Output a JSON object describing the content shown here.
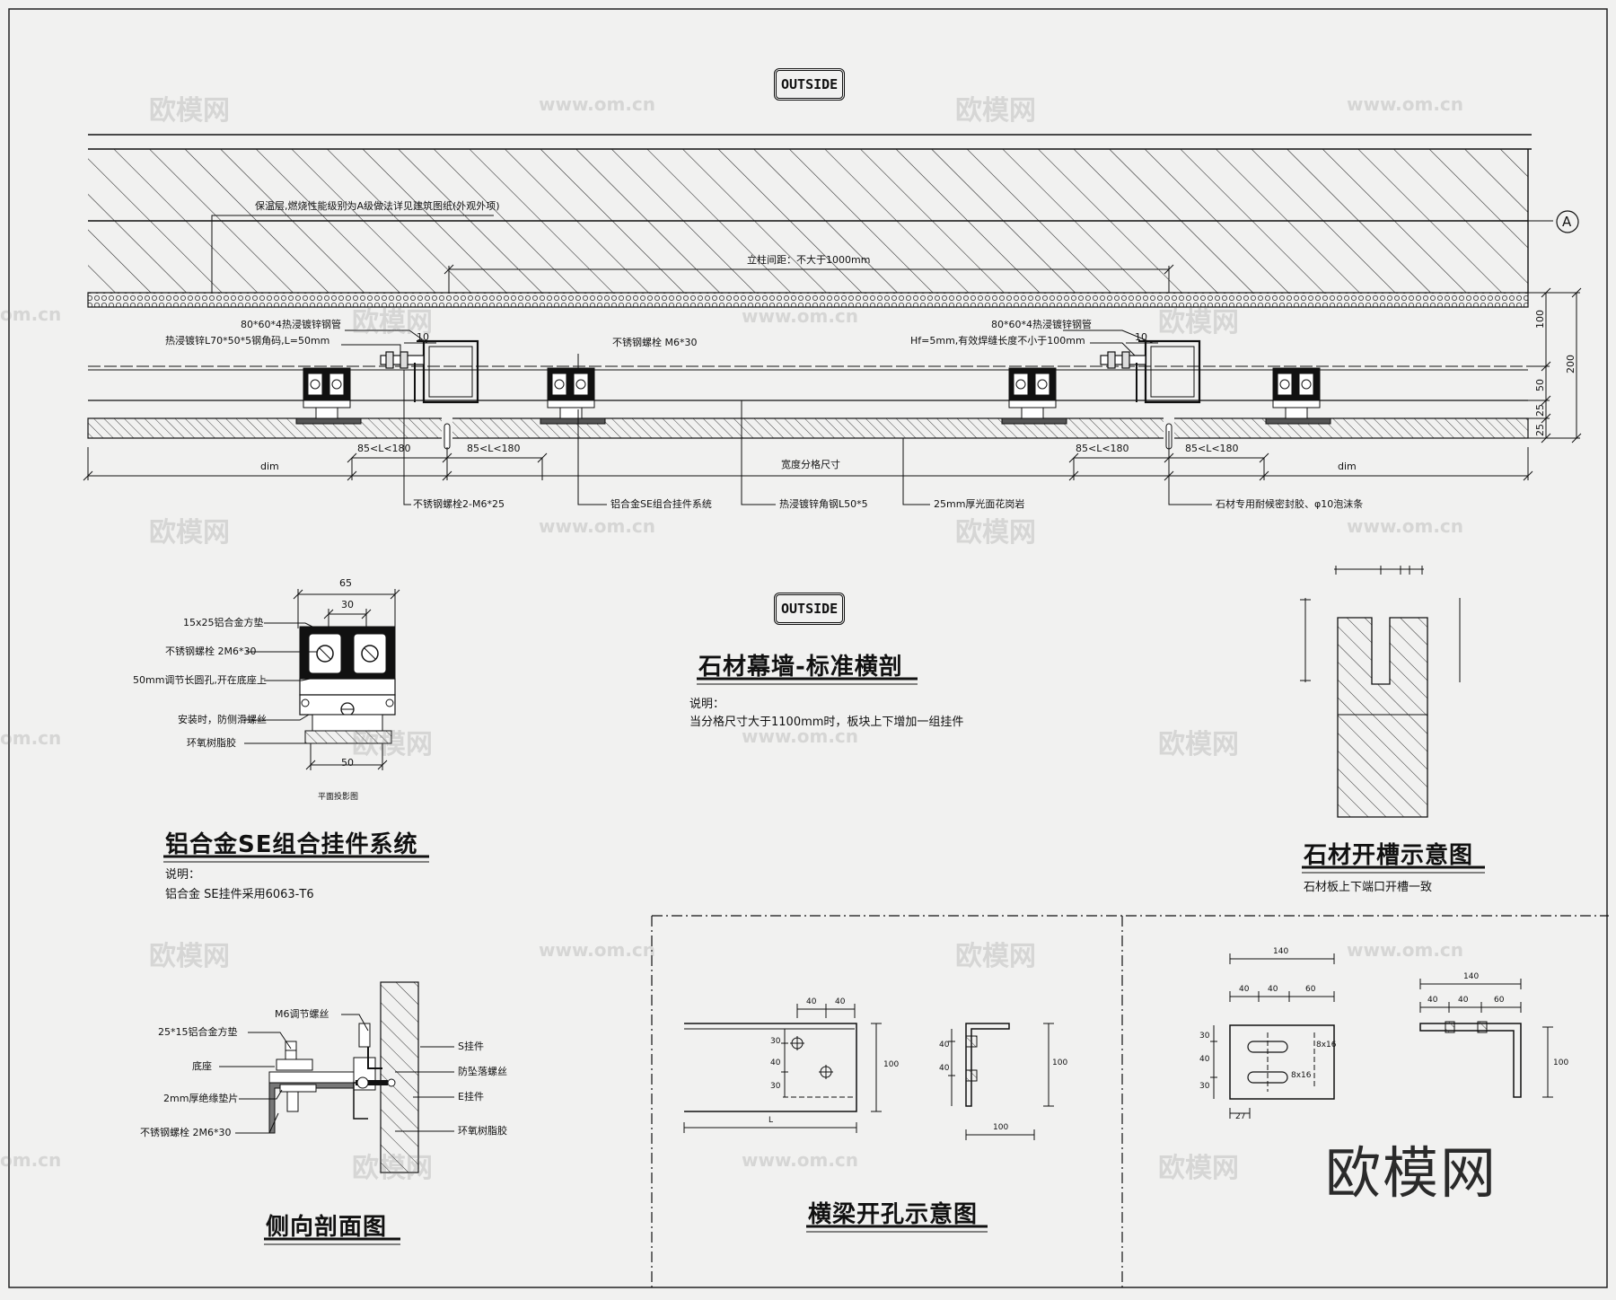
{
  "sheet": {
    "outside_top": "OUTSIDE",
    "outside_mid": "OUTSIDE",
    "axis_marker": "A"
  },
  "plan": {
    "insulation_note": "保温层,燃烧性能级别为A级做法详见建筑图纸(外观外项)",
    "mullion_spacing": "立柱间距：不大于1000mm",
    "tube_left": "80*60*4热浸镀锌钢管",
    "angle_left": "热浸镀锌L70*50*5钢角码,L=50mm",
    "dim10_left": "10",
    "bolt_m6": "不锈钢螺栓  M6*30",
    "tube_right": "80*60*4热浸镀锌钢管",
    "weld_note": "Hf=5mm,有效焊缝长度不小于100mm",
    "dim10_right": "10",
    "dim_100": "100",
    "dim_200": "200",
    "dim_50": "50",
    "dim_25a": "25",
    "dim_25b": "25",
    "dim_left": "dim",
    "dim_right": "dim",
    "l_range_1": "85<L<180",
    "l_range_2": "85<L<180",
    "l_range_3": "85<L<180",
    "l_range_4": "85<L<180",
    "width_module": "宽度分格尺寸",
    "callout_bolts": "不锈钢螺栓2-M6*25",
    "callout_se": "铝合金SE组合挂件系统",
    "callout_angle": "热浸镀锌角钢L50*5",
    "callout_granite": "25mm厚光面花岗岩",
    "callout_sealant": "石材专用耐候密封胶、φ10泡沫条"
  },
  "main_title": {
    "title": "石材幕墙-标准横剖",
    "note_head": "说明：",
    "note_body": "当分格尺寸大于1100mm时，板块上下增加一组挂件"
  },
  "se_detail": {
    "dim_65": "65",
    "dim_30": "30",
    "dim_50": "50",
    "label_pad": "15x25铝合金方垫",
    "label_bolt": "不锈钢螺栓  2M6*30",
    "label_slot": "50mm调节长圆孔,开在底座上",
    "label_install": "安装时，防侧滑螺丝",
    "label_epoxy": "环氧树脂胶",
    "projection": "平面投影图",
    "title": "铝合金SE组合挂件系统",
    "note_head": "说明：",
    "note_body": "铝合金 SE挂件采用6063-T6"
  },
  "side_section": {
    "label_screw": "M6调节螺丝",
    "label_pad": "25*15铝合金方垫",
    "label_base": "底座",
    "label_gasket": "2mm厚绝缘垫片",
    "label_bolt": "不锈钢螺栓  2M6*30",
    "label_s": "S挂件",
    "label_antifall": "防坠落螺丝",
    "label_e": "E挂件",
    "label_epoxy": "环氧树脂胶",
    "title": "侧向剖面图"
  },
  "groove": {
    "title": "石材开槽示意图",
    "note": "石材板上下端口开槽一致"
  },
  "beam_holes": {
    "title": "横梁开孔示意图",
    "d40a": "40",
    "d40b": "40",
    "d30a": "30",
    "d40c": "40",
    "d30b": "30",
    "d100a": "100",
    "dL": "L",
    "d40d": "40",
    "d40e": "40",
    "d100b": "100",
    "d100c": "100"
  },
  "bracket_holes": {
    "d140a": "140",
    "d40a": "40",
    "d40b": "40",
    "d60a": "60",
    "d30a": "30",
    "d40c": "40",
    "d30b": "30",
    "d27": "27",
    "slot1": "8x16",
    "slot2": "8x16",
    "d140b": "140",
    "d40d": "40",
    "d40e": "40",
    "d60b": "60",
    "d100": "100"
  },
  "watermark": {
    "brand": "欧模网",
    "url": "www.om.cn",
    "url_edge": "om.cn",
    "logo": "欧模网"
  }
}
